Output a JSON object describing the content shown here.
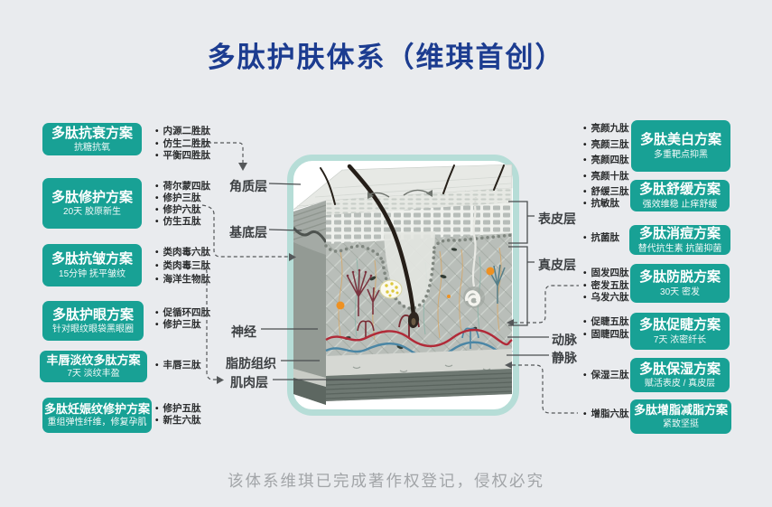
{
  "title": "多肽护肤体系（维琪首创）",
  "footer": "该体系维琪已完成著作权登记，侵权必究",
  "colors": {
    "accent_teal": "#18a195",
    "title_blue": "#1c3c90",
    "frame_teal": "#b6ddd7",
    "artery_red": "#b12a38",
    "vein_blue": "#4a86a5",
    "background": "#e9ebee"
  },
  "left_plans": [
    {
      "title": "多肽抗衰方案",
      "subtitle": "抗糖抗氧",
      "peptides": [
        "内源二胜肽",
        "仿生二胜肽",
        "平衡四胜肽"
      ]
    },
    {
      "title": "多肽修护方案",
      "subtitle": "20天 胶原新生",
      "peptides": [
        "荷尔蒙四肽",
        "修护三肽",
        "修护六肽",
        "仿生五肽"
      ]
    },
    {
      "title": "多肽抗皱方案",
      "subtitle": "15分钟 抚平皱纹",
      "peptides": [
        "类肉毒六肽",
        "类肉毒三肽",
        "海洋生物肽"
      ]
    },
    {
      "title": "多肽护眼方案",
      "subtitle": "针对眼纹眼袋黑眼圈",
      "peptides": [
        "促循环四肽",
        "修护三肽"
      ]
    },
    {
      "title": "丰唇淡纹多肽方案",
      "subtitle": "7天 淡纹丰盈",
      "peptides": [
        "丰唇三肽"
      ]
    },
    {
      "title": "多肽妊娠纹修护方案",
      "subtitle": "重组弹性纤维，修复孕肌",
      "peptides": [
        "修护五肽",
        "新生六肽"
      ]
    }
  ],
  "right_plans": [
    {
      "title": "多肽美白方案",
      "subtitle": "多重靶点抑黑",
      "peptides": [
        "亮颜九肽",
        "亮颜三肽",
        "亮颜四肽",
        "亮颜十肽"
      ]
    },
    {
      "title": "多肽舒缓方案",
      "subtitle": "强效维稳 止痒舒缓",
      "peptides": [
        "舒缓三肽",
        "抗敏肽"
      ]
    },
    {
      "title": "多肽消痘方案",
      "subtitle": "替代抗生素 抗菌抑菌",
      "peptides": [
        "抗菌肽"
      ]
    },
    {
      "title": "多肽防脱方案",
      "subtitle": "30天 密发",
      "peptides": [
        "固发四肽",
        "密发五肽",
        "乌发六肽"
      ]
    },
    {
      "title": "多肽促睫方案",
      "subtitle": "7天 浓密纤长",
      "peptides": [
        "促睫五肽",
        "固睫四肽"
      ]
    },
    {
      "title": "多肽保湿方案",
      "subtitle": "赋活表皮 / 真皮层",
      "peptides": [
        "保湿三肽"
      ]
    },
    {
      "title": "多肽增脂减脂方案",
      "subtitle": "紧致坚挺",
      "peptides": [
        "增脂六肽"
      ]
    }
  ],
  "diagram_labels": {
    "stratum_corneum": "角质层",
    "basal_layer": "基底层",
    "nerve": "神经",
    "fat_tissue": "脂肪组织",
    "muscle_layer": "肌肉层",
    "epidermis": "表皮层",
    "dermis": "真皮层",
    "artery": "动脉",
    "vein": "静脉"
  }
}
